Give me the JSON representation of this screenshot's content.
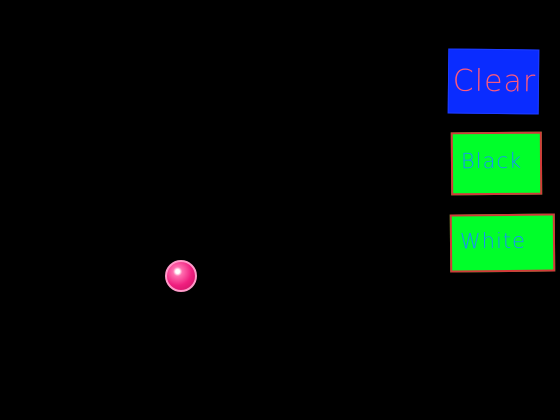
{
  "buttons": {
    "clear": {
      "label": "Clear",
      "bg": "#0a2cff",
      "text_color": "#ff5a7a"
    },
    "black": {
      "label": "Black",
      "bg": "#00ff2a",
      "text_color": "#1a8cff"
    },
    "white": {
      "label": "White",
      "bg": "#00ff2a",
      "text_color": "#1a8cff"
    }
  },
  "canvas": {
    "background": "#000000"
  },
  "brush": {
    "color": "#f01e7f"
  }
}
